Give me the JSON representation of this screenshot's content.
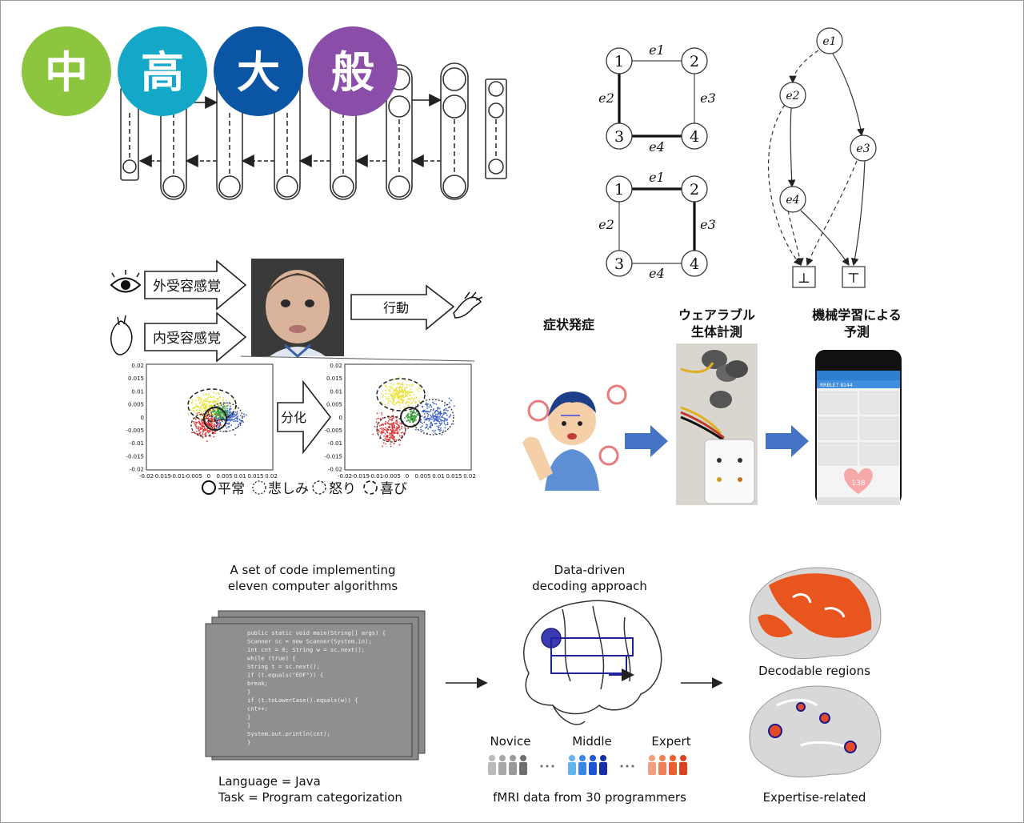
{
  "badges": [
    {
      "label": "中",
      "color": "#8cc63f"
    },
    {
      "label": "高",
      "color": "#13a7c8"
    },
    {
      "label": "大",
      "color": "#0b56a4"
    },
    {
      "label": "般",
      "color": "#8a4ea8"
    }
  ],
  "graph": {
    "top": {
      "nodes": [
        "1",
        "2",
        "3",
        "4"
      ],
      "edges": [
        "e1",
        "e2",
        "e3",
        "e4"
      ]
    },
    "bottom": {
      "nodes": [
        "1",
        "2",
        "3",
        "4"
      ],
      "edges": [
        "e1",
        "e2",
        "e3",
        "e4"
      ]
    },
    "bdd": {
      "nodes": [
        "e1",
        "e2",
        "e3",
        "e4"
      ],
      "terminals": [
        "⊥",
        "⊤"
      ]
    }
  },
  "emotion": {
    "exteroception": "外受容感覚",
    "interoception": "内受容感覚",
    "action": "行動",
    "differentiation": "分化",
    "legend": [
      "平常",
      "悲しみ",
      "怒り",
      "喜び"
    ],
    "y_ticks": [
      "0.02",
      "0.015",
      "0.01",
      "0.005",
      "0",
      "-0.005",
      "-0.01",
      "-0.015",
      "-0.02"
    ],
    "x_ticks": [
      "-0.02",
      "-0.015",
      "-0.01",
      "-0.005",
      "0",
      "0.005",
      "0.01",
      "0.015",
      "0.02"
    ]
  },
  "wearable": {
    "step1": "症状発症",
    "step2_line1": "ウェアラブル",
    "step2_line2": "生体計測",
    "step3_line1": "機械学習による",
    "step3_line2": "予測",
    "phone_header": "RRBLE7 8144",
    "phone_value": "138"
  },
  "fmri": {
    "code_title_line1": "A set of code implementing",
    "code_title_line2": "eleven computer algorithms",
    "code_lines": [
      "public static void main(String[] args) {",
      "  Scanner sc = new Scanner(System.in);",
      "  int cnt = 0; String w = sc.next();",
      "  while (true) {",
      "    String t = sc.next();",
      "    if (t.equals(\"EOF\")) {",
      "      break;",
      "    }",
      "    if (t.toLowerCase().equals(w)) {",
      "      cnt++;",
      "    }",
      "  }",
      "  System.out.println(cnt);",
      "}"
    ],
    "language": "Language = Java",
    "task": "Task = Program categorization",
    "approach_line1": "Data-driven",
    "approach_line2": "decoding approach",
    "levels": [
      "Novice",
      "Middle",
      "Expert"
    ],
    "data_caption": "fMRI data from 30 programmers",
    "decodable": "Decodable regions",
    "expertise": "Expertise-related"
  }
}
